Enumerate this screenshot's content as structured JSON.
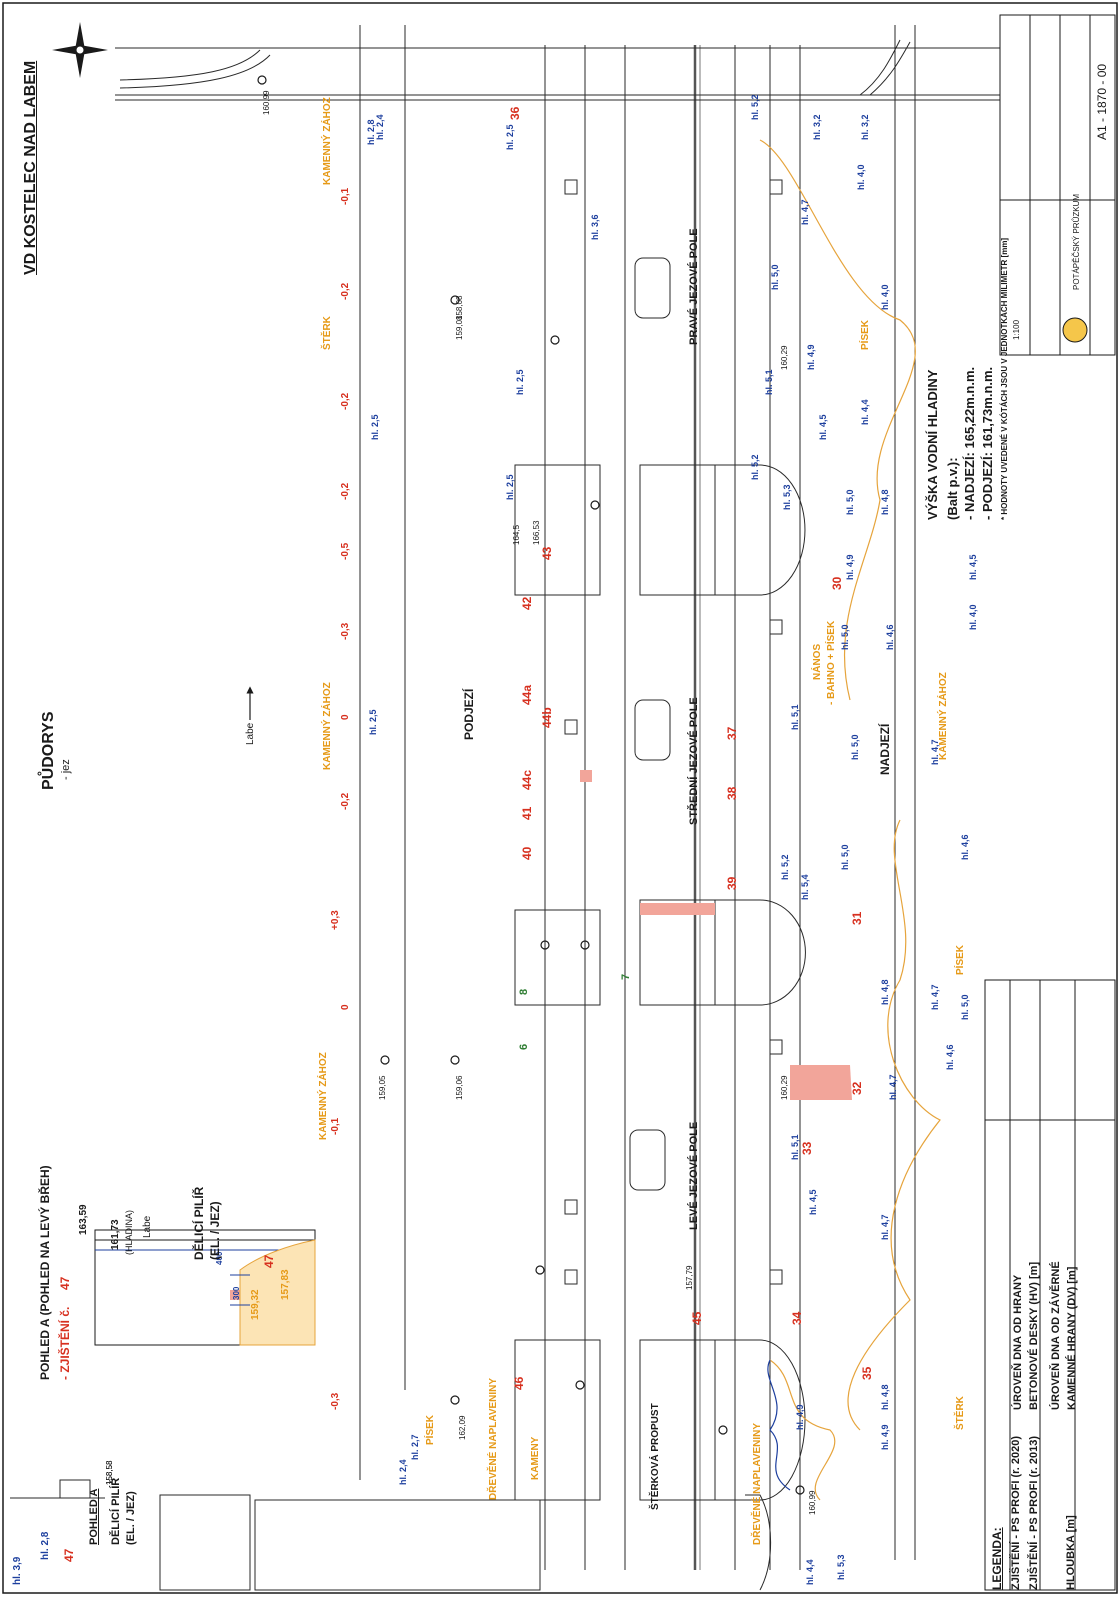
{
  "colors": {
    "ink": "#1a1a1a",
    "depth_blue": "#1d3f9e",
    "finding_red": "#d7301f",
    "elevation_red": "#d7301f",
    "material_orange": "#e69a18",
    "bank_line_orange": "#e6a43c",
    "finding_2013_green": "#2e7d32",
    "finding_fill": "#f2a59a"
  },
  "titles": {
    "main": "VD KOSTELEC NAD LABEM",
    "plan": "PŮDORYS",
    "plan_sub": "- jez"
  },
  "inset": {
    "title": "POHLED A (POHLED NA LEVÝ BŘEH)",
    "finding_prefix": "- ZJIŠTĚNÍ č.",
    "finding_no": "47",
    "elev_top": "163,59",
    "water_level": "161,73",
    "water_note": "(HLADINA)",
    "labe": "Labe",
    "dim1": "400",
    "dim2": "300",
    "elev1": "159,32",
    "elev2": "157,83",
    "finding_mark": "47",
    "pier_title": "DĚLICÍ PILÍŘ",
    "pier_sub": "(EL. / JEZ)"
  },
  "left_strip": {
    "depth1": "hl. 3,9",
    "depth2": "hl. 2,8",
    "finding": "47",
    "view_label": "POHLED A",
    "pier_title": "DĚLICÍ PILÍŘ",
    "pier_sub": "(EL. / JEZ)",
    "elev": "158,58"
  },
  "zones": {
    "podjezi": "PODJEZÍ",
    "nadjezi": "NADJEZÍ",
    "labe": "Labe",
    "right_field": "PRAVÉ JEZOVÉ POLE",
    "middle_field": "STŘEDNÍ JEZOVÉ POLE",
    "left_field": "LEVÉ JEZOVÉ POLE",
    "gravel_pass": "ŠTĚRKOVÁ PROPUST"
  },
  "materials": {
    "stone1": "KAMENNÝ ZÁHOZ",
    "stone2": "KAMENNÝ ZÁHOZ",
    "stone3": "KAMENNÝ ZÁHOZ",
    "stone4": "KAMENNÝ ZÁHOZ",
    "gravel1": "ŠTĚRK",
    "gravel2": "ŠTĚRK",
    "sand1": "PÍSEK",
    "sand2": "PÍSEK",
    "sand3": "PÍSEK",
    "wood1": "DŘEVĚNÉ NAPLAVENINY",
    "wood2": "DŘEVĚNÉ NAPLAVENINY",
    "stones": "KAMENY",
    "deposit": "NÁNOS",
    "mud_sand": "- BAHNO + PÍSEK"
  },
  "elevations_downstream": [
    "-0,1",
    "-0,2",
    "-0,2",
    "-0,2",
    "-0,5",
    "-0,3",
    "0",
    "-0,2",
    "+0,3",
    "0",
    "-0,1",
    "-0,3"
  ],
  "depths": [
    "hl. 2,8",
    "hl. 2,4",
    "hl. 2,5",
    "hl. 2,5",
    "hl. 2,5",
    "hl. 2,5",
    "hl. 2,5",
    "hl. 3,6",
    "hl. 5,2",
    "hl. 3,2",
    "hl. 3,2",
    "hl. 4,7",
    "hl. 4,0",
    "hl. 5,0",
    "hl. 4,9",
    "hl. 4,0",
    "hl. 5,1",
    "hl. 4,4",
    "hl. 4,5",
    "hl. 5,2",
    "hl. 5,3",
    "hl. 5,0",
    "hl. 4,8",
    "hl. 4,9",
    "hl. 4,6",
    "hl. 5,0",
    "hl. 4,0",
    "hl. 5,1",
    "hl. 5,0",
    "hl. 4,7",
    "hl. 4,5",
    "hl. 5,2",
    "hl. 5,4",
    "hl. 5,0",
    "hl. 4,6",
    "hl. 5,0",
    "hl. 4,7",
    "hl. 4,6",
    "hl. 4,8",
    "hl. 4,7",
    "hl. 5,1",
    "hl. 4,5",
    "hl. 4,7",
    "hl. 4,8",
    "hl. 4,9",
    "hl. 4,9",
    "hl. 2,4",
    "hl. 2,7",
    "hl. 5,3",
    "hl. 4,4"
  ],
  "findings_2020": [
    "36",
    "43",
    "42",
    "44a",
    "44b",
    "44c",
    "41",
    "40",
    "37",
    "38",
    "39",
    "30",
    "31",
    "32",
    "33",
    "34",
    "35",
    "45",
    "46"
  ],
  "findings_2013": [
    "6",
    "7",
    "8"
  ],
  "weirs": {
    "bridge_elev": "166,53",
    "weir_elev": "164,5",
    "gate_elev": "157,79"
  },
  "elevations_misc": [
    "160,99",
    "159,08",
    "158,08",
    "159,05",
    "159,06",
    "160,29",
    "160,29",
    "162,09",
    "158,58",
    "160,99"
  ],
  "water_levels": {
    "title": "VÝŠKA VODNÍ HLADINY",
    "subtitle": "(Balt p.v.):",
    "up": "- NADJEZÍ: 165,22m.n.m.",
    "down": "- PODJEZÍ: 161,73m.n.m.",
    "note": "* HODNOTY UVEDENÉ V KÓTÁCH JSOU V JEDNOTKÁCH MILIMETR [mm]"
  },
  "title_block": {
    "drawing_no": "A1 - 1870 - 00",
    "scale": "1:100",
    "company": "POTÁPĚČSKÝ PRŮZKUM"
  },
  "legend": {
    "title": "LEGENDA:",
    "r1": "ZJIŠTĚNÍ - PS PROFI (r. 2020)",
    "r2": "ZJIŠTĚNÍ - PS PROFI (r. 2013)",
    "r3": "HLOUBKA [m]",
    "d1": "ÚROVEŇ DNA OD HRANY",
    "d2": "BETONOVÉ DESKY (HV) [m]",
    "d3": "ÚROVEŇ DNA OD ZÁVĚRNÉ",
    "d4": "KAMENNÉ HRANY (DV) [m]"
  }
}
